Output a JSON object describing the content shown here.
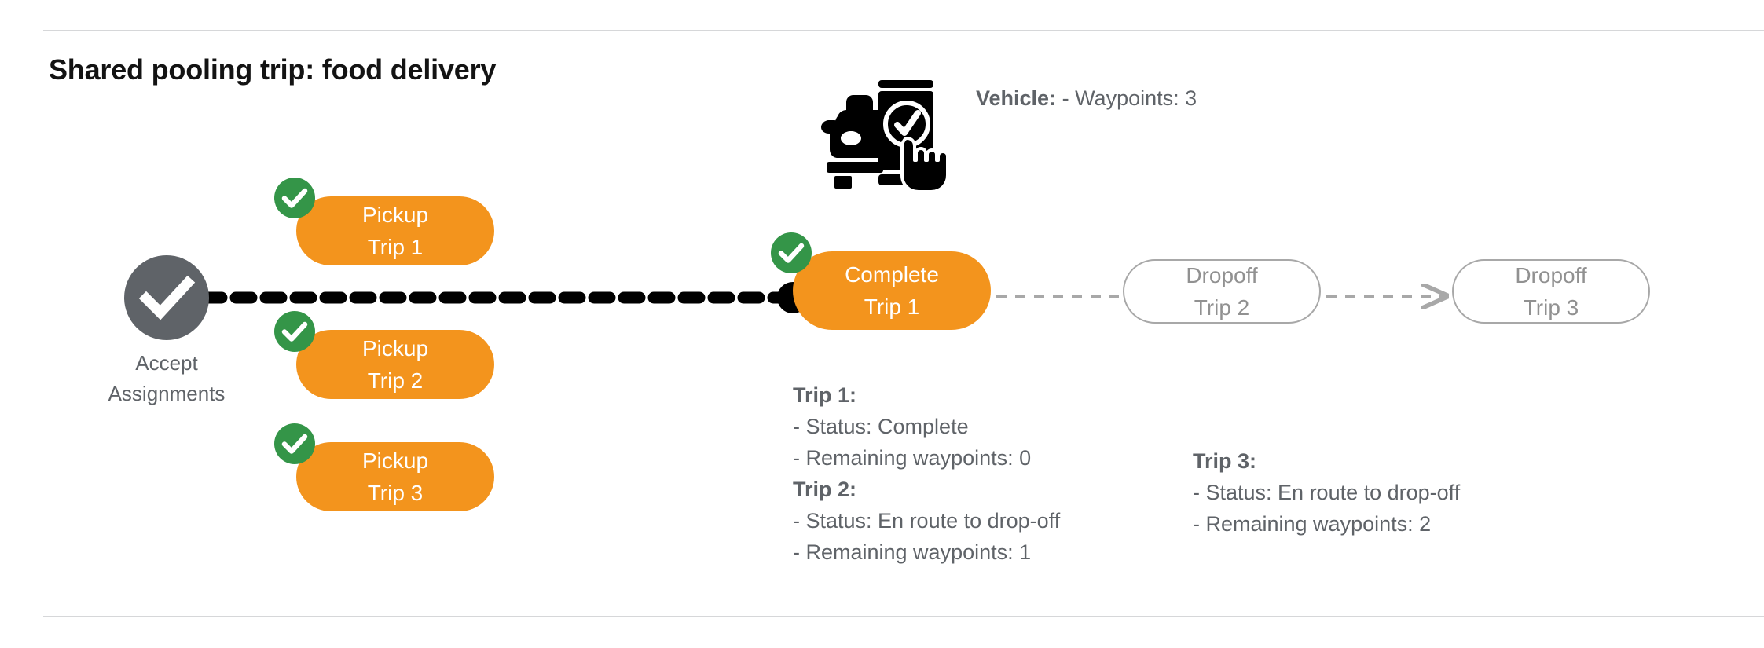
{
  "page": {
    "title": "Shared pooling trip: food delivery",
    "background": "#ffffff",
    "accent_orange": "#f3941d",
    "accent_green": "#349548",
    "gray_node": "#5f6368",
    "text_gray": "#5f6368",
    "outline_gray": "#a8a8a8"
  },
  "flow": {
    "accept": {
      "label_line1": "Accept",
      "label_line2": "Assignments",
      "icon": "check-circle-gray"
    },
    "pickups": [
      {
        "line1": "Pickup",
        "line2": "Trip 1",
        "status_icon": "check-badge-green",
        "state": "done"
      },
      {
        "line1": "Pickup",
        "line2": "Trip 2",
        "status_icon": "check-badge-green",
        "state": "done"
      },
      {
        "line1": "Pickup",
        "line2": "Trip 3",
        "status_icon": "check-badge-green",
        "state": "done"
      }
    ],
    "complete": {
      "line1": "Complete",
      "line2": "Trip 1",
      "status_icon": "check-badge-green",
      "state": "done"
    },
    "dropoffs": [
      {
        "line1": "Dropoff",
        "line2": "Trip 2",
        "state": "pending"
      },
      {
        "line1": "Dropoff",
        "line2": "Trip 3",
        "state": "pending"
      }
    ]
  },
  "vehicle": {
    "icon": "car-phone-check-hand-icon",
    "heading": "Vehicle:",
    "waypoints_line": "- Waypoints: 3"
  },
  "trip_details_left": [
    {
      "heading": "Trip 1:",
      "status": "- Status:  Complete",
      "waypoints": "- Remaining waypoints: 0"
    },
    {
      "heading": "Trip 2:",
      "status": "- Status:  En route to drop-off",
      "waypoints": "- Remaining waypoints: 1"
    }
  ],
  "trip_details_right": [
    {
      "heading": "Trip 3:",
      "status": "- Status:  En route to drop-off",
      "waypoints": "- Remaining waypoints: 2"
    }
  ]
}
